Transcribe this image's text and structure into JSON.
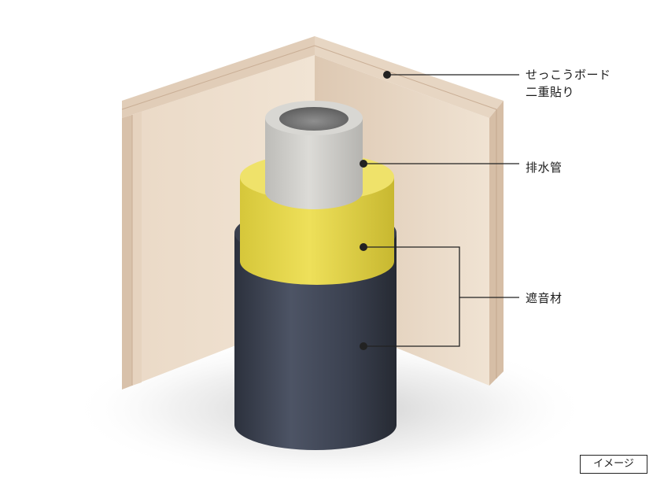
{
  "labels": {
    "gypsum_line1": "せっこうボード",
    "gypsum_line2": "二重貼り",
    "drain_pipe": "排水管",
    "sound_insulation": "遮音材"
  },
  "badge": "イメージ",
  "colors": {
    "board_face": "#ecdcc9",
    "board_edge": "#d9bfa8",
    "drain_pipe": "#c9c8c4",
    "foam": "#e6d84a",
    "wrap": "#3f4554",
    "leader_line": "#222222"
  }
}
